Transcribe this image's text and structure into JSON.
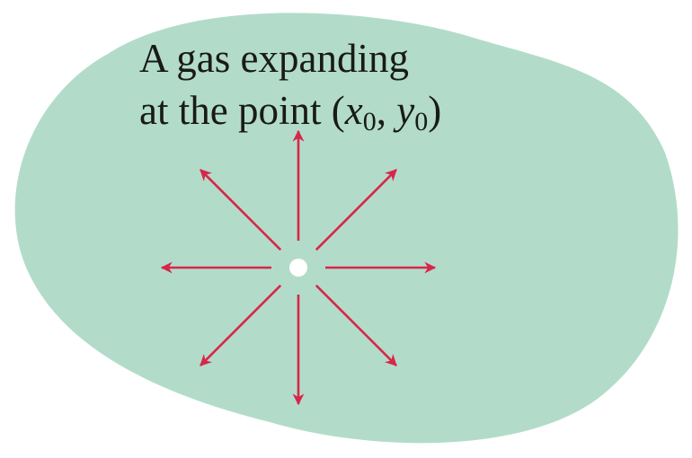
{
  "caption": {
    "line1": "A gas expanding",
    "line2_prefix": "at the point ",
    "open_paren": "(",
    "x_var": "x",
    "x_sub": "0",
    "comma": ", ",
    "y_var": "y",
    "y_sub": "0",
    "close_paren": ")"
  },
  "colors": {
    "region_fill": "#b2dcc9",
    "arrow": "#d8264a",
    "point": "#ffffff",
    "text": "#1a1a1a"
  },
  "arrows": {
    "count": 8,
    "directions": [
      "up",
      "up-right",
      "right",
      "down-right",
      "down",
      "down-left",
      "left",
      "up-left"
    ]
  }
}
